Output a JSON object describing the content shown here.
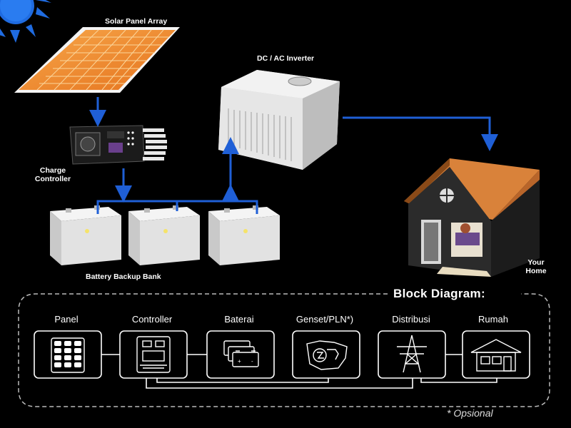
{
  "labels": {
    "solar_panel": "Solar Panel Array",
    "inverter": "DC / AC Inverter",
    "charge_controller_line1": "Charge",
    "charge_controller_line2": "Controller",
    "battery_bank": "Battery Backup Bank",
    "home_line1": "Your",
    "home_line2": "Home"
  },
  "block_diagram": {
    "title": "Block Diagram:",
    "blocks": [
      {
        "label": "Panel",
        "icon": "solar-panel-icon"
      },
      {
        "label": "Controller",
        "icon": "controller-icon"
      },
      {
        "label": "Baterai",
        "icon": "battery-icon"
      },
      {
        "label": "Genset/PLN*)",
        "icon": "generator-icon"
      },
      {
        "label": "Distribusi",
        "icon": "transmission-tower-icon"
      },
      {
        "label": "Rumah",
        "icon": "house-icon"
      }
    ],
    "note": "* Opsional"
  },
  "colors": {
    "wire": "#1f5fd6",
    "panel_orange": "#f08a2c",
    "roof": "#d9823a",
    "sun": "#1f6be0",
    "block_border": "#ffffff"
  }
}
